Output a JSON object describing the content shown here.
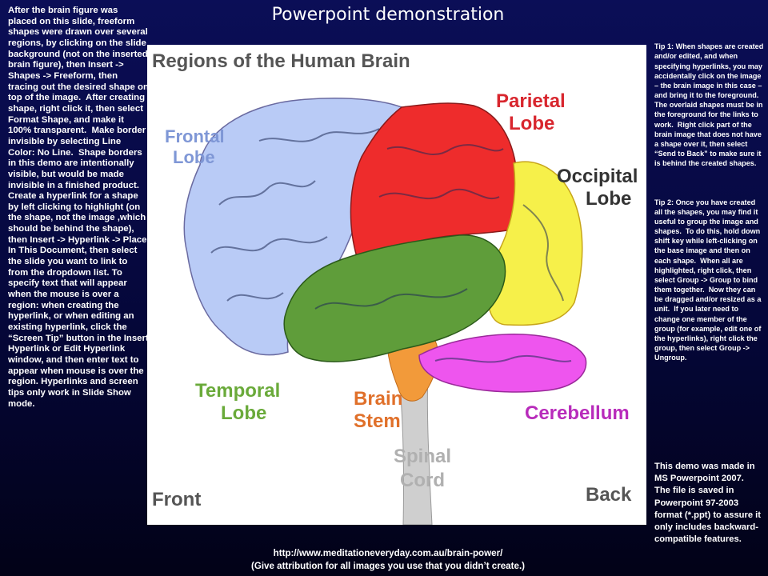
{
  "slide": {
    "title": "Powerpoint demonstration"
  },
  "left_instructions": "After the brain figure was placed on this slide, freeform shapes were drawn over several regions, by clicking on the slide background (not on the inserted brain figure), then Insert -> Shapes -> Freeform, then tracing out the desired shape on top of the image.  After creating shape, right click it, then select Format Shape, and make it 100% transparent.  Make border invisible by selecting Line Color: No Line.  Shape borders in this demo are intentionally visible, but would be made invisible in a finished product.  Create a hyperlink for a shape by left clicking to highlight (on the shape, not the image ,which should be behind the shape), then Insert -> Hyperlink -> Place In This Document, then select the slide you want to link to from the dropdown list. To specify text that will appear when the mouse is over a region: when creating the hyperlink, or when editing an existing hyperlink, click the “Screen Tip” button in the Insert Hyperlink or Edit Hyperlink window, and then enter text to appear when mouse is over the region. Hyperlinks and screen tips only work in Slide Show mode.",
  "tips": {
    "tip1": "Tip 1: When shapes are created and/or edited, and when specifying hyperlinks, you may accidentally click on the image – the brain image in this case – and bring it to the foreground.  The overlaid shapes must be in the foreground for the links to work.  Right click part of the brain image that does not have a shape over it, then select “Send to Back” to make sure it is behind the created shapes.",
    "tip2": "Tip 2: Once you have created all the shapes, you may find it useful to group the image and shapes.  To do this, hold down shift key while left-clicking on the base image and then on each shape.  When all are highlighted, right click, then select Group -> Group to bind them together.  Now they can be dragged and/or resized as a unit.  If you later need to change one member of the group (for example, edit one of the hyperlinks), right click the group, then select Group -> Ungroup."
  },
  "demo_note": "This demo was made in MS Powerpoint 2007.  The file is saved in Powerpoint 97-2003 format (*.ppt) to assure it only includes backward-compatible features.",
  "footer": {
    "url": "http://www.meditationeveryday.com.au/brain-power/",
    "attribution": "(Give attribution for all images you use that you didn’t create.)"
  },
  "brain_image": {
    "heading": "Regions of the Human Brain",
    "frontal_line1": "Frontal",
    "frontal_line2": "Lobe",
    "parietal_line1": "Parietal",
    "parietal_line2": "Lobe",
    "occipital_line1": "Occipital",
    "occipital_line2": "Lobe",
    "temporal_line1": "Temporal",
    "temporal_line2": "Lobe",
    "brainstem_line1": "Brain",
    "brainstem_line2": "Stem",
    "cerebellum": "Cerebellum",
    "spinal_line1": "Spinal",
    "spinal_line2": "Cord",
    "front": "Front",
    "back": "Back"
  },
  "colors": {
    "background": "#0b0e57",
    "frontal": "#b7c8f5",
    "parietal": "#ef2b2b",
    "occipital": "#f5ef3a",
    "temporal": "#5e9c3a",
    "brainstem": "#f29a3a",
    "cerebellum": "#ee55ee",
    "spinal": "#c9c9c9",
    "label_frontal": "#7f97d6",
    "label_parietal": "#d8262e",
    "label_temporal": "#6aaa3a",
    "label_brainstem": "#e0702a",
    "label_cerebellum": "#b82bbb",
    "label_dark": "#333333"
  }
}
